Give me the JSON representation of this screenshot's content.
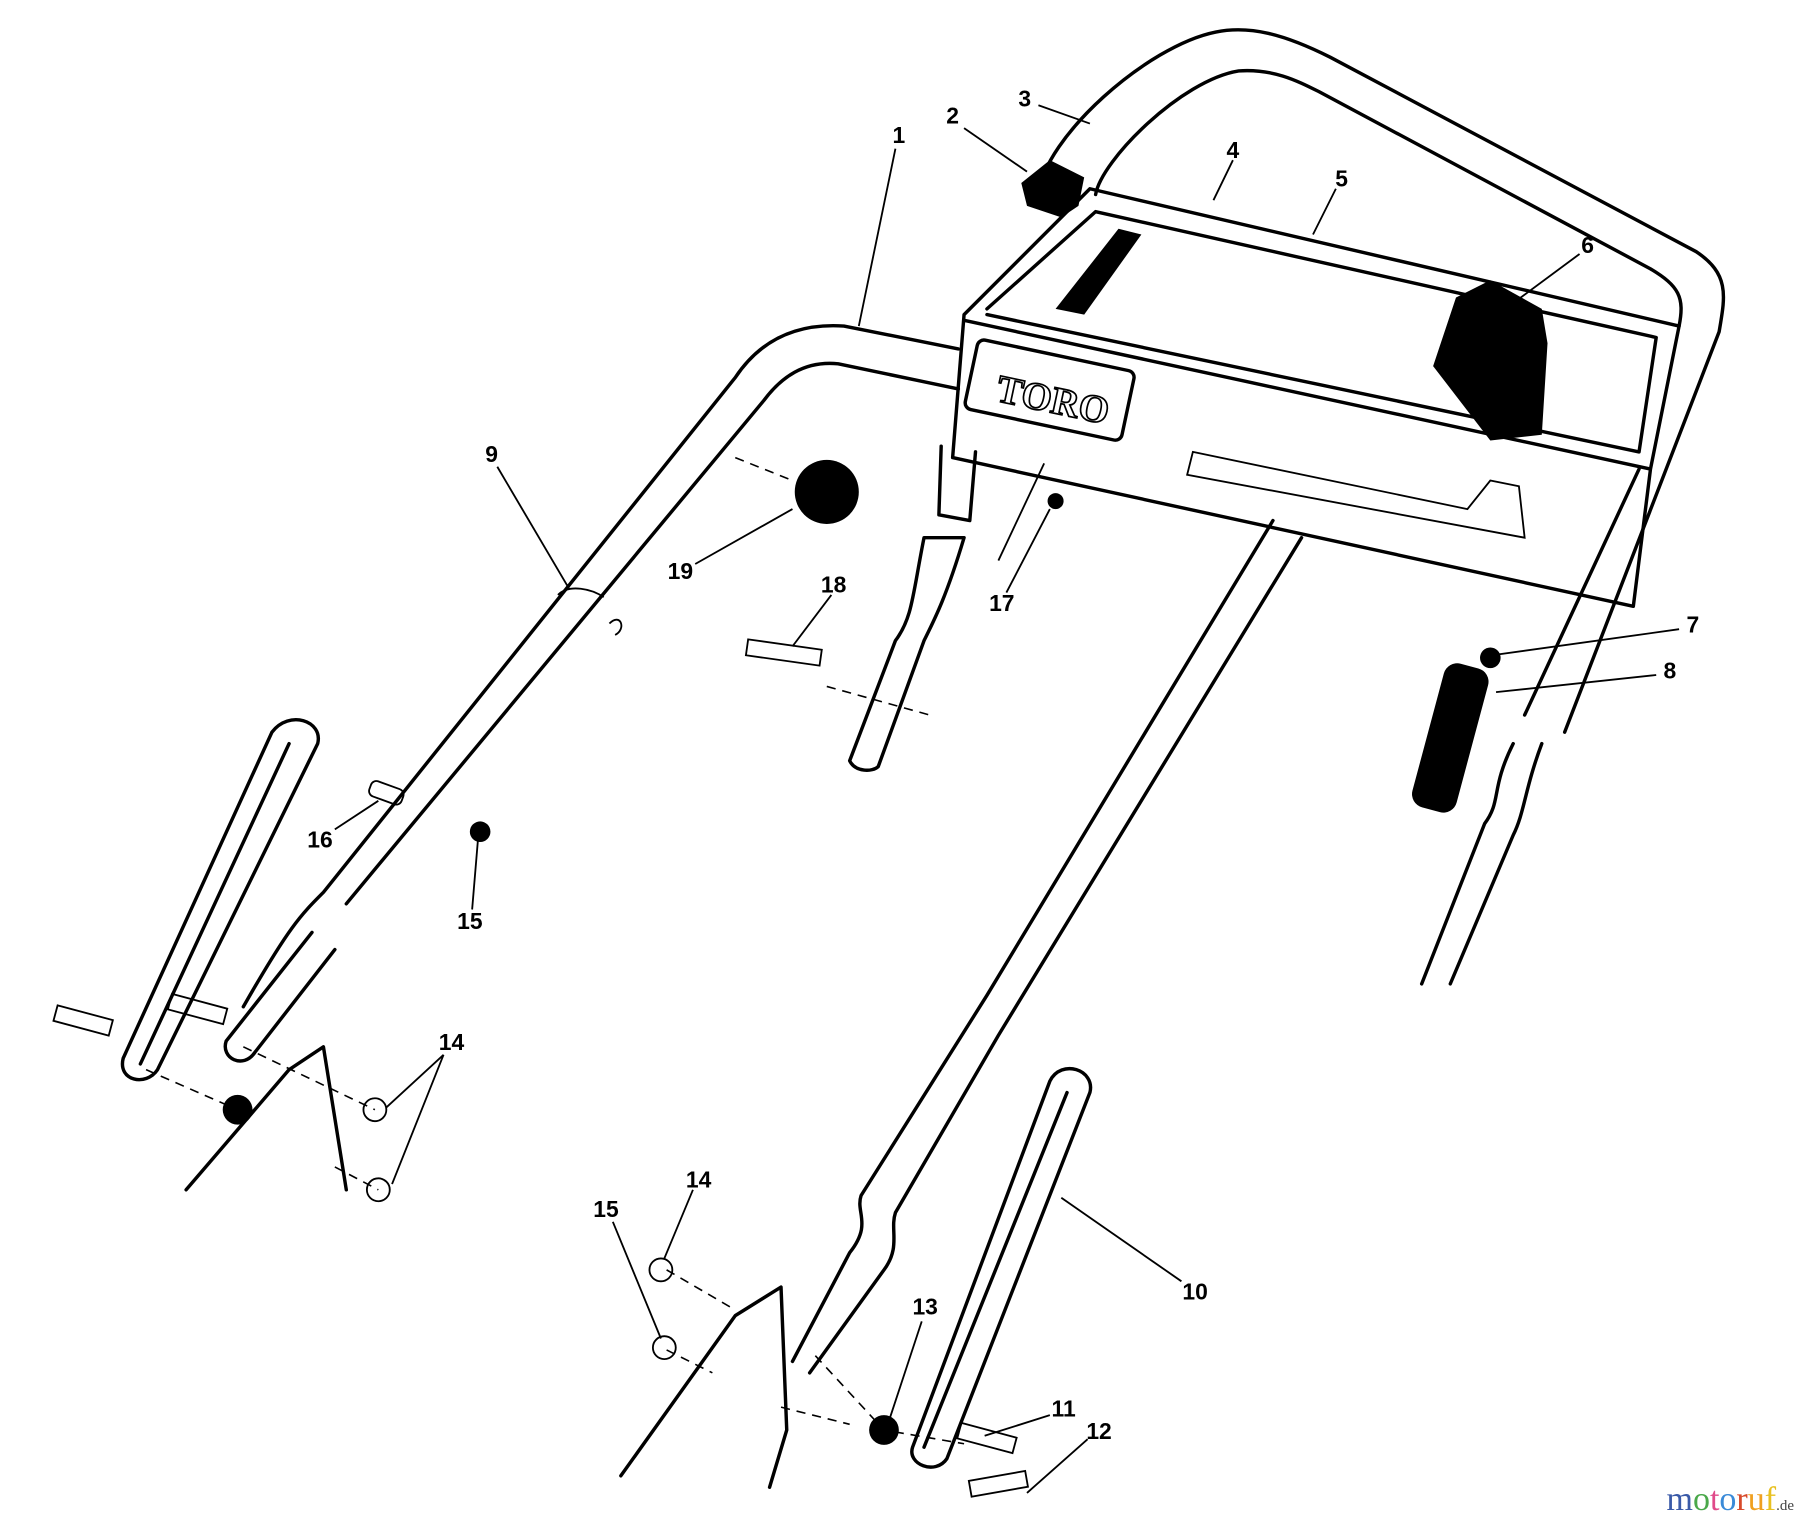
{
  "diagram": {
    "brand_plate": "TORO",
    "callouts": [
      "1",
      "2",
      "3",
      "4",
      "5",
      "6",
      "7",
      "8",
      "9",
      "10",
      "11",
      "12",
      "13",
      "14",
      "14",
      "15",
      "15",
      "16",
      "17",
      "18",
      "19"
    ],
    "line_color": "#000000",
    "background": "#ffffff"
  },
  "watermark": {
    "text": "motoruf",
    "suffix": ".de",
    "letter_colors": [
      "#3a5aa8",
      "#4aa84a",
      "#e04a8a",
      "#3a8ad8",
      "#d84a2a",
      "#f0a020",
      "#e8c020"
    ]
  }
}
